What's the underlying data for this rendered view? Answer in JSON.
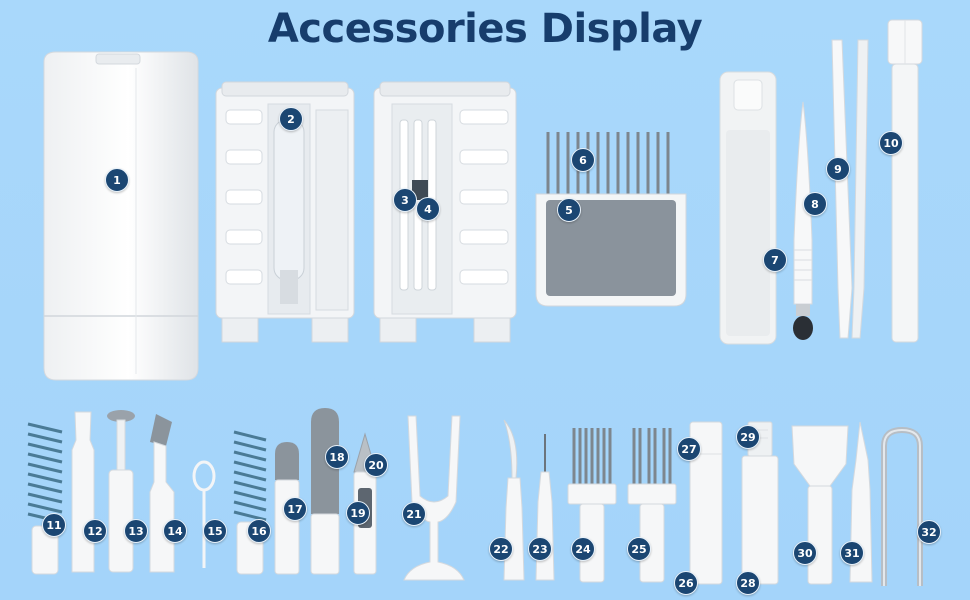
{
  "title": "Accessories Display",
  "colors": {
    "background": "#a9d8fb",
    "title": "#173d6c",
    "badge": "#1b4672",
    "bristle": "#7f8890",
    "pad": "#8a939c",
    "spiral_brush": "#4a7b96"
  },
  "badges": [
    "1",
    "2",
    "3",
    "4",
    "5",
    "6",
    "7",
    "8",
    "9",
    "10",
    "11",
    "12",
    "13",
    "14",
    "15",
    "16",
    "17",
    "18",
    "19",
    "20",
    "21",
    "22",
    "23",
    "24",
    "25",
    "26",
    "27",
    "28",
    "29",
    "30",
    "31",
    "32"
  ]
}
